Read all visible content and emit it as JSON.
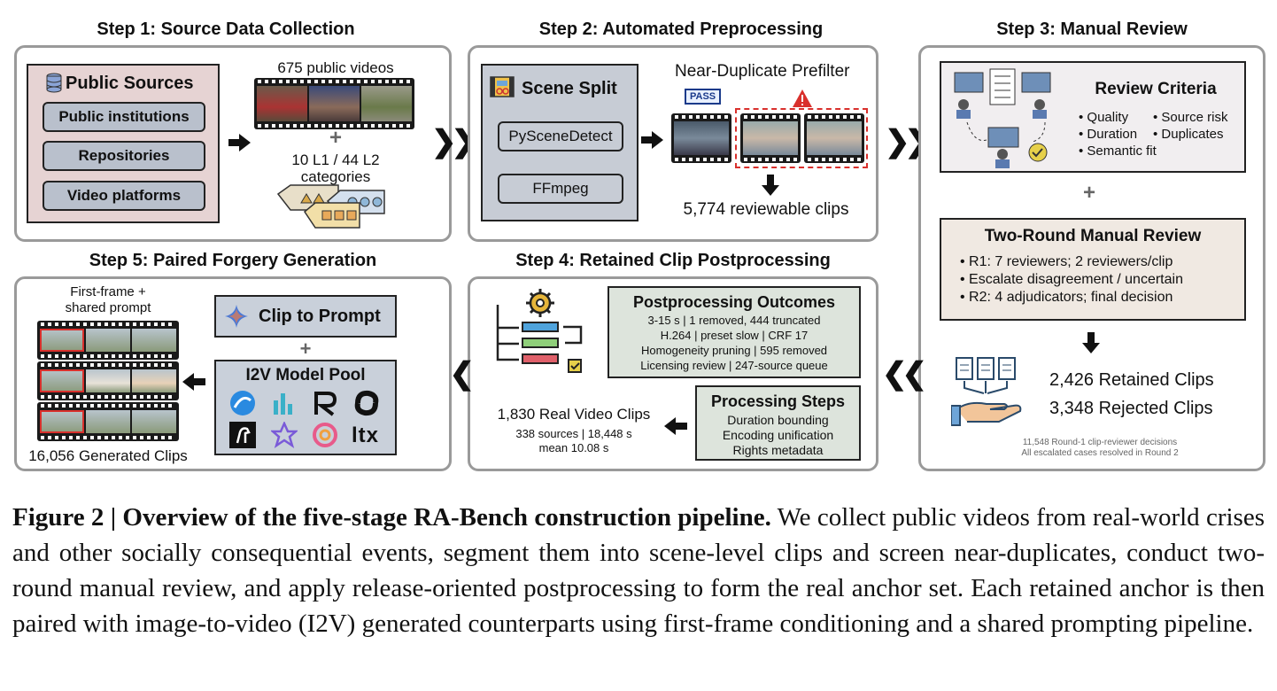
{
  "step1": {
    "title": "Step 1: Source Data Collection",
    "sources_title": "Public Sources",
    "sources": [
      "Public institutions",
      "Repositories",
      "Video platforms"
    ],
    "videos": "675 public videos",
    "plus": "+",
    "categories_line1": "10 L1 / 44 L2",
    "categories_line2": "categories"
  },
  "step2": {
    "title": "Step 2: Automated Preprocessing",
    "scene_split": "Scene Split",
    "tools": [
      "PySceneDetect",
      "FFmpeg"
    ],
    "prefilter": "Near-Duplicate Prefilter",
    "pass_badge": "PASS",
    "clips": "5,774 reviewable clips"
  },
  "step3": {
    "title": "Step 3: Manual Review",
    "criteria_title": "Review Criteria",
    "criteria": [
      "• Quality",
      "• Source risk",
      "• Duration",
      "• Duplicates",
      "• Semantic fit"
    ],
    "plus": "+",
    "review_title": "Two-Round Manual Review",
    "review_items": [
      "• R1: 7 reviewers; 2 reviewers/clip",
      "• Escalate disagreement / uncertain",
      "• R2: 4 adjudicators; final decision"
    ],
    "retained": "2,426 Retained Clips",
    "rejected": "3,348 Rejected Clips",
    "note1": "11,548 Round-1 clip-reviewer decisions",
    "note2": "All escalated cases resolved in Round 2"
  },
  "step4": {
    "title": "Step 4: Retained Clip Postprocessing",
    "outcomes_title": "Postprocessing Outcomes",
    "outcomes": [
      "3-15 s | 1 removed, 444 truncated",
      "H.264 | preset slow | CRF 17",
      "Homogeneity pruning | 595 removed",
      "Licensing review | 247-source queue"
    ],
    "steps_title": "Processing Steps",
    "steps": [
      "Duration bounding",
      "Encoding unification",
      "Rights metadata"
    ],
    "real_clips": "1,830 Real Video Clips",
    "stats1": "338 sources | 18,448 s",
    "stats2": "mean 10.08 s"
  },
  "step5": {
    "title": "Step 5: Paired Forgery Generation",
    "first_frame_1": "First-frame +",
    "first_frame_2": "shared prompt",
    "clip_to_prompt": "Clip to Prompt",
    "plus": "+",
    "pool_title": "I2V Model Pool",
    "ltx": "ltx",
    "generated": "16,056 Generated Clips"
  },
  "caption": {
    "label": "Figure 2 | Overview of the five-stage RA-Bench construction pipeline.",
    "text": " We collect public videos from real-world crises and other socially consequential events, segment them into scene-level clips and screen near-duplicates, conduct two-round manual review, and apply release-oriented postprocessing to form the real anchor set. Each retained anchor is then paired with image-to-video (I2V) generated counterparts using first-frame conditioning and a shared prompting pipeline."
  },
  "colors": {
    "panel_border": "#9a9a9a",
    "sources_bg": "#e6d3d3",
    "pill_bg": "#b9c0cc",
    "criteria_bg": "#f1eef0",
    "review_bg": "#f0e9e2",
    "outcomes_bg": "#dde4dc",
    "prompt_bg": "#c9d0da",
    "warn_red": "#d9302c"
  }
}
